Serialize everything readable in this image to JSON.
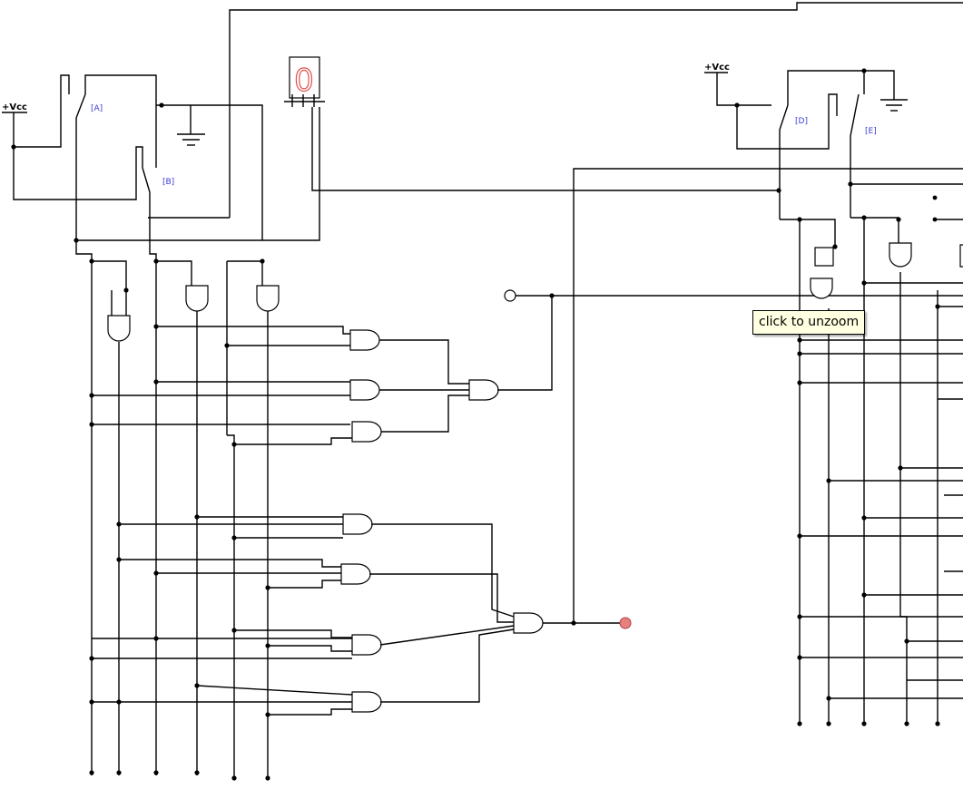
{
  "supply": {
    "vcc_label": "+Vcc"
  },
  "switches": [
    {
      "name": "A",
      "label": "[A]"
    },
    {
      "name": "B",
      "label": "[B]"
    },
    {
      "name": "D",
      "label": "[D]"
    },
    {
      "name": "E",
      "label": "[E]"
    }
  ],
  "display": {
    "digit": "0",
    "color": "#e05050"
  },
  "output_probe": {
    "color": "#e88080"
  },
  "input_probe": {
    "color": "#ffffff"
  },
  "tooltip": {
    "text": "click to unzoom"
  },
  "icons": [
    "ground-icon",
    "seven-segment-display-icon",
    "and-gate-icon",
    "or-gate-icon",
    "switch-icon",
    "probe-icon"
  ]
}
